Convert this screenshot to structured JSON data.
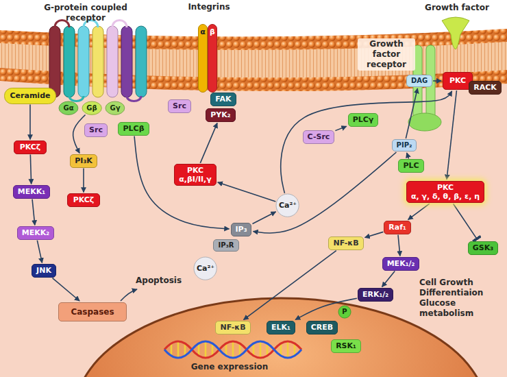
{
  "diagram": {
    "nodes": [
      {
        "text": [
          "Ceramide"
        ]
      },
      {
        "text": [
          "α"
        ]
      },
      {
        "text": [
          "β"
        ]
      },
      {
        "text": [
          "Gα"
        ]
      },
      {
        "text": [
          "Gβ"
        ]
      },
      {
        "text": [
          "Gγ"
        ]
      },
      {
        "text": [
          "PKCζ"
        ]
      },
      {
        "text": [
          "Src"
        ]
      },
      {
        "text": [
          "PLCβ"
        ]
      },
      {
        "text": [
          "Src"
        ]
      },
      {
        "text": [
          "FAK"
        ]
      },
      {
        "text": [
          "PYK₂"
        ]
      },
      {
        "text": [
          "C-Src"
        ]
      },
      {
        "text": [
          "PLCγ"
        ]
      },
      {
        "text": [
          "DAG"
        ]
      },
      {
        "text": [
          "PKC"
        ]
      },
      {
        "text": [
          "RACK"
        ]
      },
      {
        "text": [
          "PIP₂"
        ]
      },
      {
        "text": [
          "PLC"
        ]
      },
      {
        "text": [
          "PI₃K"
        ]
      },
      {
        "text": [
          "PKCζ"
        ]
      },
      {
        "text": [
          "MEKK₁"
        ]
      },
      {
        "text": [
          "PKC",
          "α,βI/II,γ"
        ]
      },
      {
        "text": [
          "Ca²⁺"
        ]
      },
      {
        "text": [
          "MEKK₂"
        ]
      },
      {
        "text": [
          "IP₃"
        ]
      },
      {
        "text": [
          "IP₃R"
        ]
      },
      {
        "text": [
          "PKC",
          "α, γ, δ, θ, β, ε, η"
        ]
      },
      {
        "text": [
          "Raf₁"
        ]
      },
      {
        "text": [
          "NF-κB"
        ]
      },
      {
        "text": [
          "MEK₁/₂"
        ]
      },
      {
        "text": [
          "GSK₃"
        ]
      },
      {
        "text": [
          "Ca²⁺"
        ]
      },
      {
        "text": [
          "JNK"
        ]
      },
      {
        "text": [
          "ERK₁/₂"
        ]
      },
      {
        "text": [
          "Caspases"
        ]
      },
      {
        "text": [
          "NF-κB"
        ]
      },
      {
        "text": [
          "ELK₁"
        ]
      },
      {
        "text": [
          "P"
        ]
      },
      {
        "text": [
          "CREB"
        ]
      },
      {
        "text": [
          "RSK₁"
        ]
      }
    ],
    "edges": [
      {
        "from": 0,
        "to": 6,
        "arrow": "to"
      },
      {
        "from": 6,
        "to": 21,
        "arrow": "to"
      },
      {
        "from": 21,
        "to": 24,
        "arrow": "to"
      },
      {
        "from": 24,
        "to": 33,
        "arrow": "to"
      },
      {
        "from": 33,
        "to": 35,
        "arrow": "to"
      },
      {
        "from": 4,
        "to": 19,
        "arrow": "to"
      },
      {
        "from": 19,
        "to": 20,
        "arrow": "to"
      },
      {
        "from": 8,
        "to": 25,
        "arrow": "to"
      },
      {
        "from": 25,
        "to": 23,
        "arrow": "to"
      },
      {
        "from": 23,
        "to": 22,
        "arrow": "to"
      },
      {
        "from": 22,
        "to": 11,
        "arrow": "to"
      },
      {
        "from": 23,
        "to": 15,
        "arrow": "to"
      },
      {
        "from": 12,
        "to": 13,
        "arrow": "to"
      },
      {
        "from": 18,
        "to": 17,
        "arrow": "to"
      },
      {
        "from": 17,
        "to": 14,
        "arrow": "to"
      },
      {
        "from": 14,
        "to": 15,
        "arrow": "to"
      },
      {
        "from": 17,
        "to": 25,
        "arrow": "to"
      },
      {
        "from": 15,
        "to": 27,
        "arrow": "to"
      },
      {
        "from": 27,
        "to": 28,
        "arrow": "to"
      },
      {
        "from": 27,
        "to": 31,
        "arrow": "to"
      },
      {
        "from": 28,
        "to": 29,
        "arrow": "to"
      },
      {
        "from": 28,
        "to": 30,
        "arrow": "to"
      },
      {
        "from": 30,
        "to": 34,
        "arrow": "to"
      },
      {
        "from": 34,
        "to": 37,
        "arrow": "to"
      },
      {
        "from": 29,
        "to": 36,
        "arrow": "to"
      }
    ],
    "labels": [
      "G-protein coupled receptor",
      "Integrins",
      "Growth factor",
      "Growth factor receptor",
      "Apoptosis",
      "Cell Growth Differentiaion Glucose metabolism",
      "Gene expression"
    ]
  }
}
